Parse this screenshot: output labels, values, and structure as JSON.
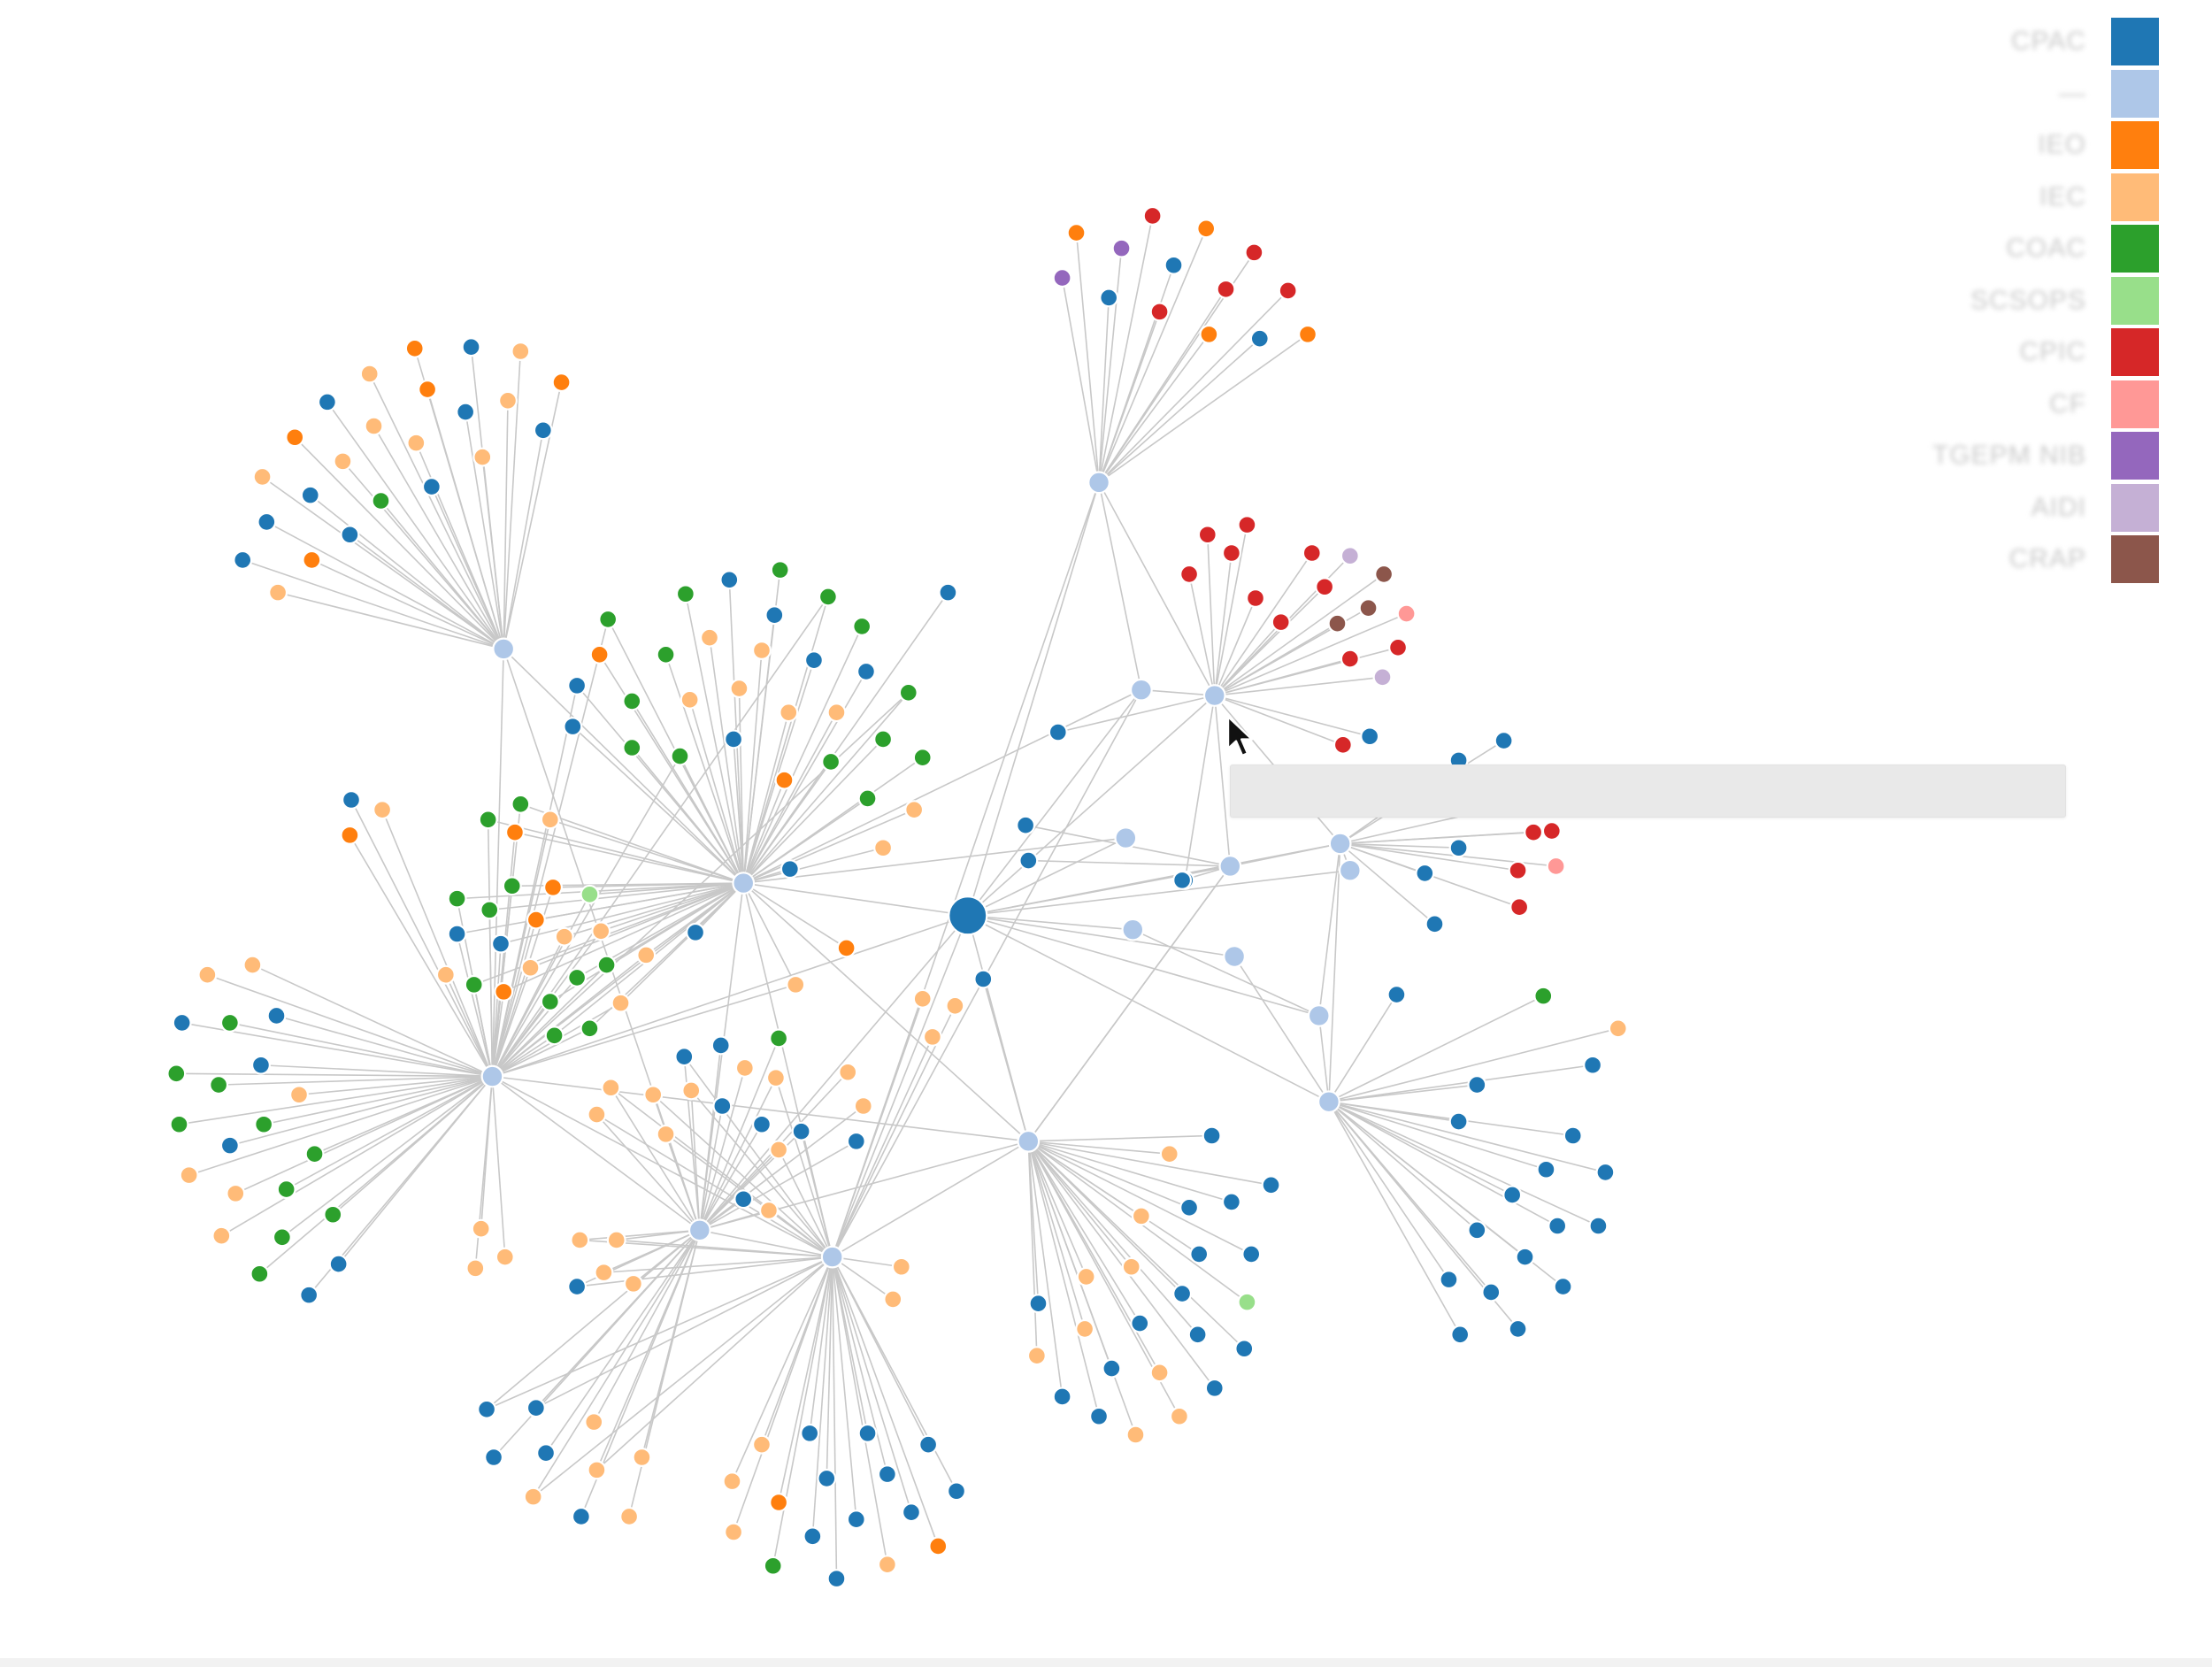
{
  "graph": {
    "edge_color": "#c8c8c8",
    "node_stroke": "#ffffff",
    "hub_color": "#aec7e8",
    "root_color": "#1f77b4",
    "node_count_estimate": "about 420 nodes"
  },
  "legend": {
    "items": [
      {
        "label": "CPAC",
        "color": "#1f77b4"
      },
      {
        "label": "—",
        "color": "#aec7e8"
      },
      {
        "label": "IEO",
        "color": "#ff7f0e"
      },
      {
        "label": "IEC",
        "color": "#ffbb78"
      },
      {
        "label": "COAC",
        "color": "#2ca02c"
      },
      {
        "label": "SCSOPS",
        "color": "#98df8a"
      },
      {
        "label": "CPIC",
        "color": "#d62728"
      },
      {
        "label": "CF",
        "color": "#ff9896"
      },
      {
        "label": "TGEPM NIB",
        "color": "#9467bd"
      },
      {
        "label": "AIDI",
        "color": "#c5b0d5"
      },
      {
        "label": "CRAP",
        "color": "#8c564b"
      }
    ]
  },
  "tooltip": {
    "text": ""
  },
  "cursor": {
    "icon": "arrow-pointer-icon"
  }
}
